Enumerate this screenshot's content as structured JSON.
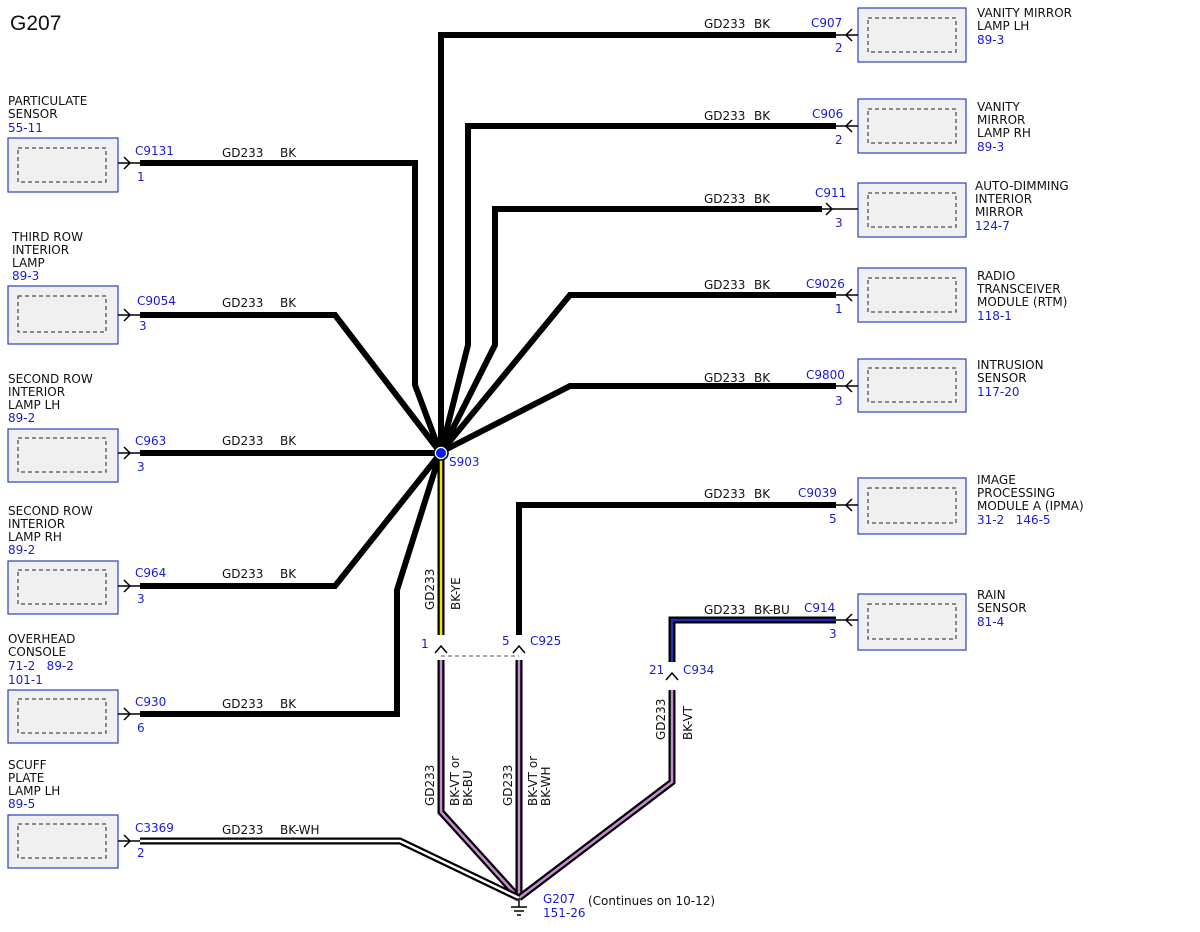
{
  "title": "G207",
  "splice": {
    "name": "S903"
  },
  "ground": {
    "name": "G207",
    "ref": "151-26",
    "note": "(Continues on 10-12)"
  },
  "left_components": [
    {
      "id": "particulate",
      "label_lines": [
        "PARTICULATE",
        "SENSOR"
      ],
      "ref": "55-11",
      "connector": "C9131",
      "pin": "1",
      "circuit": "GD233",
      "color": "BK"
    },
    {
      "id": "third-row",
      "label_lines": [
        "THIRD ROW",
        "INTERIOR",
        "LAMP"
      ],
      "ref": "89-3",
      "connector": "C9054",
      "pin": "3",
      "circuit": "GD233",
      "color": "BK"
    },
    {
      "id": "second-row-lh",
      "label_lines": [
        "SECOND ROW",
        "INTERIOR",
        "LAMP LH"
      ],
      "ref": "89-2",
      "connector": "C963",
      "pin": "3",
      "circuit": "GD233",
      "color": "BK"
    },
    {
      "id": "second-row-rh",
      "label_lines": [
        "SECOND ROW",
        "INTERIOR",
        "LAMP RH"
      ],
      "ref": "89-2",
      "connector": "C964",
      "pin": "3",
      "circuit": "GD233",
      "color": "BK"
    },
    {
      "id": "overhead",
      "label_lines": [
        "OVERHEAD",
        "CONSOLE"
      ],
      "ref": "71-2   89-2",
      "ref2": "101-1",
      "connector": "C930",
      "pin": "6",
      "circuit": "GD233",
      "color": "BK"
    },
    {
      "id": "scuff",
      "label_lines": [
        "SCUFF",
        "PLATE",
        "LAMP LH"
      ],
      "ref": "89-5",
      "connector": "C3369",
      "pin": "2",
      "circuit": "GD233",
      "color": "BK-WH"
    }
  ],
  "right_components": [
    {
      "id": "vanity-lh",
      "label_lines": [
        "VANITY MIRROR",
        "LAMP LH"
      ],
      "ref": "89-3",
      "connector": "C907",
      "pin": "2",
      "circuit": "GD233",
      "color": "BK"
    },
    {
      "id": "vanity-rh",
      "label_lines": [
        "VANITY",
        "MIRROR",
        "LAMP RH"
      ],
      "ref": "89-3",
      "connector": "C906",
      "pin": "2",
      "circuit": "GD233",
      "color": "BK"
    },
    {
      "id": "auto-dim",
      "label_lines": [
        "AUTO-DIMMING",
        "INTERIOR",
        "MIRROR"
      ],
      "ref": "124-7",
      "connector": "C911",
      "pin": "3",
      "circuit": "GD233",
      "color": "BK"
    },
    {
      "id": "rtm",
      "label_lines": [
        "RADIO",
        "TRANSCEIVER",
        "MODULE (RTM)"
      ],
      "ref": "118-1",
      "connector": "C9026",
      "pin": "1",
      "circuit": "GD233",
      "color": "BK"
    },
    {
      "id": "intrusion",
      "label_lines": [
        "INTRUSION",
        "SENSOR"
      ],
      "ref": "117-20",
      "connector": "C9800",
      "pin": "3",
      "circuit": "GD233",
      "color": "BK"
    },
    {
      "id": "ipma",
      "label_lines": [
        "IMAGE",
        "PROCESSING",
        "MODULE A (IPMA)"
      ],
      "ref": "31-2   146-5",
      "connector": "C9039",
      "pin": "5",
      "circuit": "GD233",
      "color": "BK"
    },
    {
      "id": "rain",
      "label_lines": [
        "RAIN",
        "SENSOR"
      ],
      "ref": "81-4",
      "connector": "C914",
      "pin": "3",
      "circuit": "GD233",
      "color": "BK-BU"
    }
  ],
  "inline_connectors": {
    "c925": {
      "name": "C925",
      "pin_a": "1",
      "pin_b": "5"
    },
    "c934": {
      "name": "C934",
      "pin": "21"
    }
  },
  "vertical_labels": {
    "s903_down": {
      "circuit": "GD233",
      "color": "BK-YE"
    },
    "left_lower": {
      "circuit": "GD233",
      "color_line1": "BK-VT or",
      "color_line2": "BK-BU"
    },
    "mid_lower": {
      "circuit": "GD233",
      "color_line1": "BK-VT or",
      "color_line2": "BK-WH"
    },
    "right_lower": {
      "circuit": "GD233",
      "color": "BK-VT"
    }
  },
  "colors": {
    "wire_black": "#000000",
    "wire_yellow": "#f2e600",
    "wire_violet": "#c98ad6",
    "wire_blue": "#1f2fb5",
    "reference_blue": "#1a1ad6",
    "box_fill": "#f0f0f0",
    "box_border": "#2a3fbf"
  }
}
